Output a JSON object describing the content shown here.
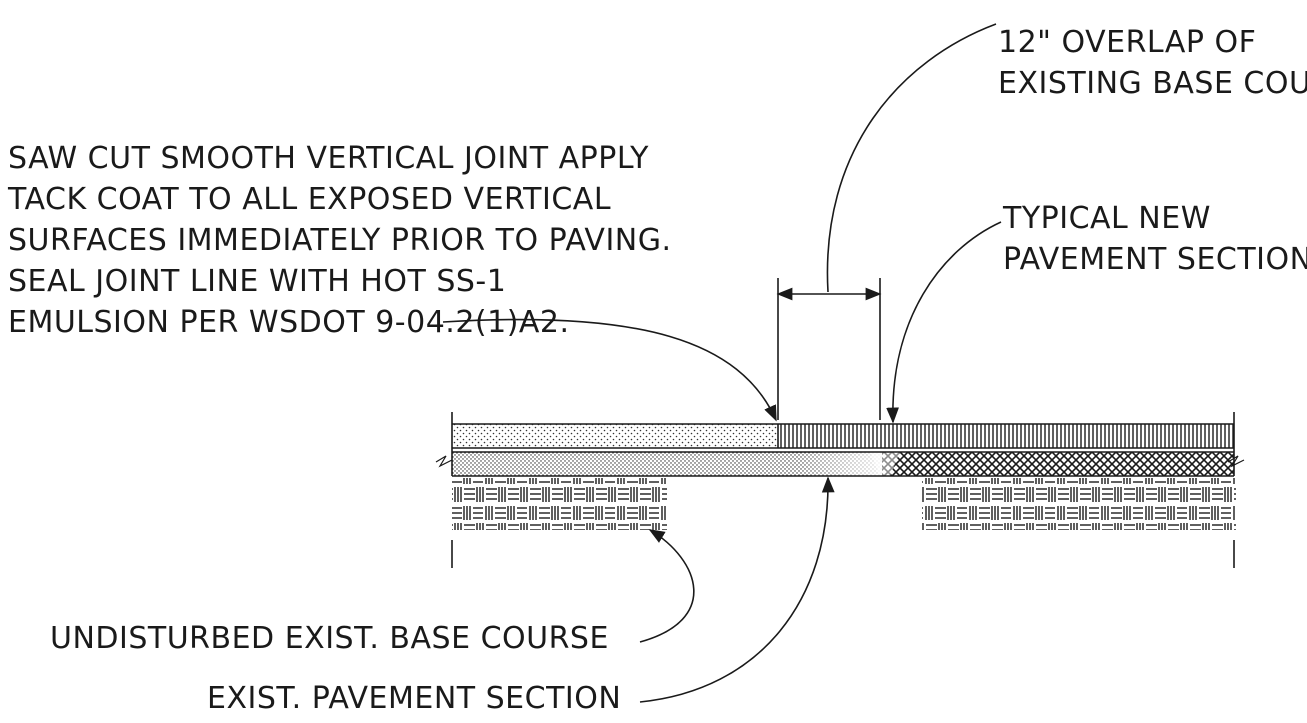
{
  "labels": {
    "overlap_line1": "12\" OVERLAP OF",
    "overlap_line2": "EXISTING BASE COU",
    "saw_cut_line1": "SAW CUT SMOOTH VERTICAL JOINT APPLY",
    "saw_cut_line2": "TACK COAT TO ALL EXPOSED VERTICAL",
    "saw_cut_line3": "SURFACES IMMEDIATELY PRIOR TO PAVING.",
    "saw_cut_line4": "SEAL JOINT LINE WITH HOT SS-1",
    "saw_cut_line5": "EMULSION PER WSDOT 9-04.2(1)A2.",
    "new_pavement_line1": "TYPICAL NEW",
    "new_pavement_line2": "PAVEMENT SECTION",
    "base_course": "UNDISTURBED EXIST. BASE COURSE",
    "exist_pavement": "EXIST. PAVEMENT SECTION"
  },
  "colors": {
    "ink": "#1a1a1a",
    "paper": "#ffffff"
  }
}
